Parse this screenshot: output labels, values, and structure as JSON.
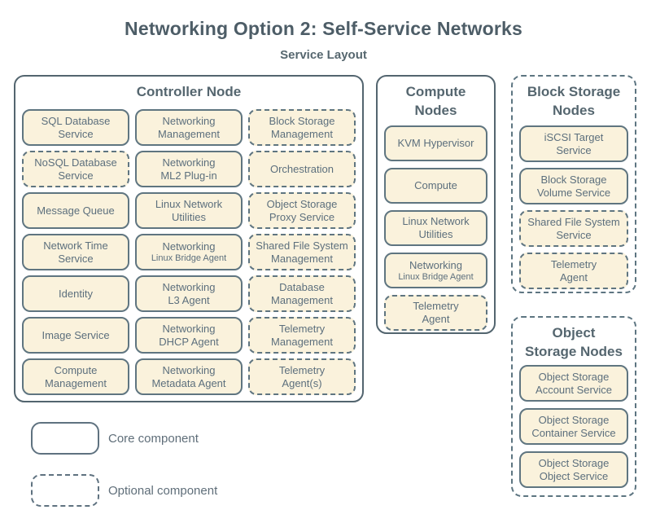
{
  "title": "Networking Option 2: Self-Service Networks",
  "subtitle": "Service Layout",
  "groups": [
    {
      "title": "Controller Node",
      "border": "solid",
      "items": [
        {
          "text": "SQL Database\nService"
        },
        {
          "text": "Networking\nManagement"
        },
        {
          "text": "Block Storage\nManagement",
          "optional": true
        },
        {
          "text": "NoSQL Database\nService",
          "optional": true
        },
        {
          "text": "Networking\nML2 Plug-in"
        },
        {
          "text": "Orchestration",
          "optional": true
        },
        {
          "text": "Message Queue"
        },
        {
          "text": "Linux Network\nUtilities"
        },
        {
          "text": "Object Storage\nProxy Service",
          "optional": true
        },
        {
          "text": "Network Time\nService"
        },
        {
          "text": "Networking",
          "subtext": "Linux Bridge Agent"
        },
        {
          "text": "Shared File System\nManagement",
          "optional": true
        },
        {
          "text": "Identity"
        },
        {
          "text": "Networking\nL3 Agent"
        },
        {
          "text": "Database\nManagement",
          "optional": true
        },
        {
          "text": "Image Service"
        },
        {
          "text": "Networking\nDHCP Agent"
        },
        {
          "text": "Telemetry\nManagement",
          "optional": true
        },
        {
          "text": "Compute\nManagement"
        },
        {
          "text": "Networking\nMetadata Agent"
        },
        {
          "text": "Telemetry\nAgent(s)",
          "optional": true
        }
      ]
    },
    {
      "title": "Compute\nNodes",
      "border": "solid",
      "items": [
        {
          "text": "KVM Hypervisor"
        },
        {
          "text": "Compute"
        },
        {
          "text": "Linux Network\nUtilities"
        },
        {
          "text": "Networking",
          "subtext": "Linux Bridge Agent"
        },
        {
          "text": "Telemetry\nAgent",
          "optional": true
        }
      ]
    },
    {
      "title": "Block Storage\nNodes",
      "border": "dashed",
      "items": [
        {
          "text": "iSCSI Target\nService"
        },
        {
          "text": "Block Storage\nVolume Service"
        },
        {
          "text": "Shared File System\nService",
          "optional": true
        },
        {
          "text": "Telemetry\nAgent",
          "optional": true
        }
      ]
    },
    {
      "title": "Object\nStorage Nodes",
      "border": "dashed",
      "items": [
        {
          "text": "Object Storage\nAccount Service"
        },
        {
          "text": "Object Storage\nContainer Service"
        },
        {
          "text": "Object Storage\nObject Service"
        }
      ]
    }
  ],
  "legend": [
    {
      "label": "Core component",
      "style": "solid"
    },
    {
      "label": "Optional component",
      "style": "dashed"
    }
  ],
  "colors": {
    "box_fill": "#faf2dc",
    "box_border": "#5f7580",
    "text": "#5c6f7d",
    "header_text": "#55666f",
    "title_text": "#4d5d67"
  }
}
